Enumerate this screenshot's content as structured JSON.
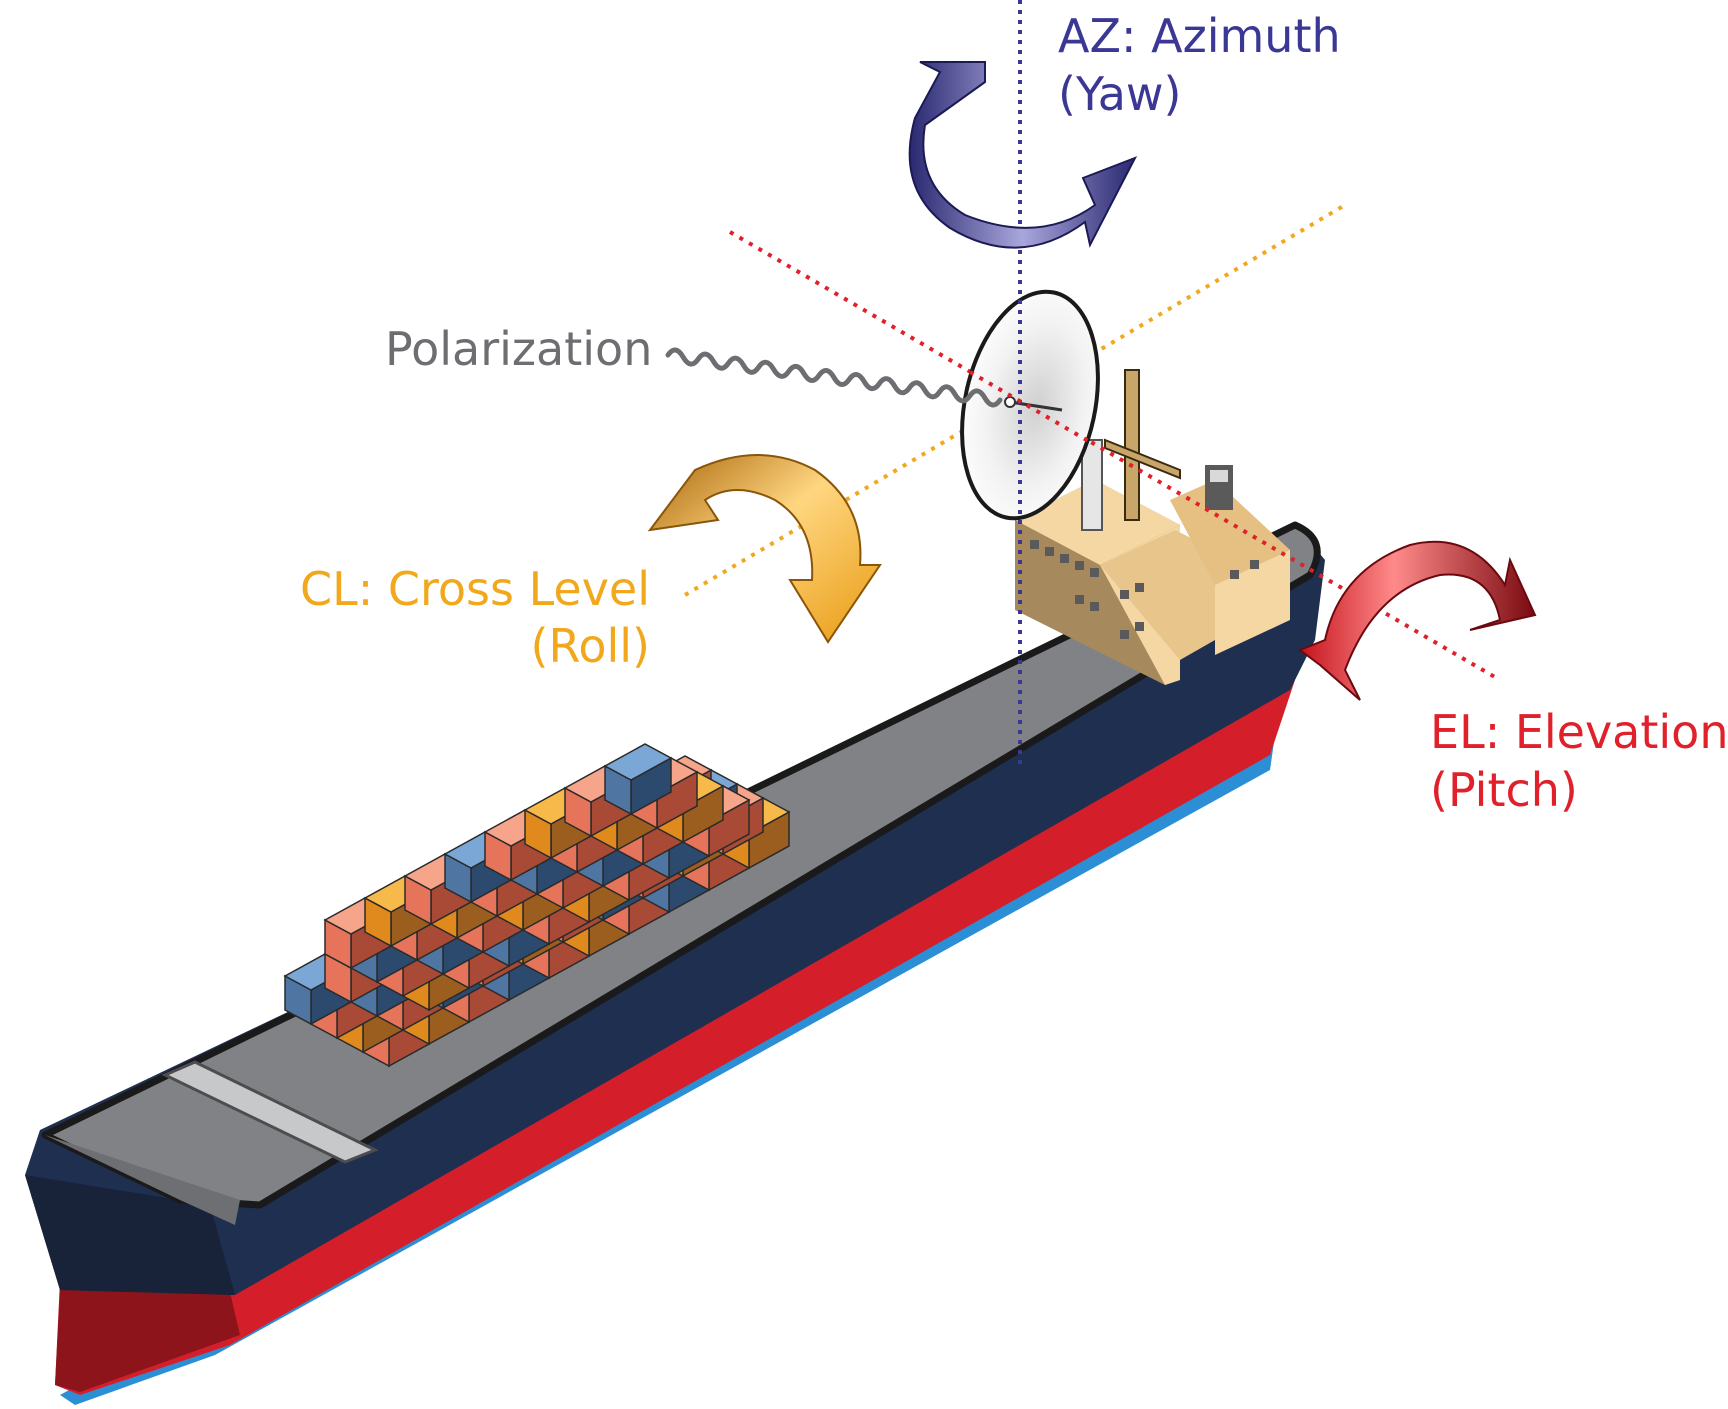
{
  "labels": {
    "azimuth_line1": "AZ: Azimuth",
    "azimuth_line2": "(Yaw)",
    "polarization": "Polarization",
    "cross_level_line1": "CL: Cross Level",
    "cross_level_line2": "(Roll)",
    "elevation_line1": "EL:  Elevation",
    "elevation_line2": "(Pitch)"
  },
  "colors": {
    "azimuth": "#3a3795",
    "cross_level": "#f2a81d",
    "elevation": "#e0202a",
    "polarization": "#6d6e71",
    "hull_dark": "#1f2f4f",
    "hull_red": "#d41f2b",
    "waterline": "#2c8fd6",
    "deck": "#808285",
    "superstructure": "#f4d7a3",
    "container_blue": "#7ba7d6",
    "container_salmon": "#f7a58a",
    "container_orange": "#f7b94a"
  },
  "icons": [
    "yaw-rotation-arrow-icon",
    "roll-rotation-arrow-icon",
    "pitch-rotation-arrow-icon",
    "satellite-dish-icon",
    "container-ship-icon"
  ]
}
